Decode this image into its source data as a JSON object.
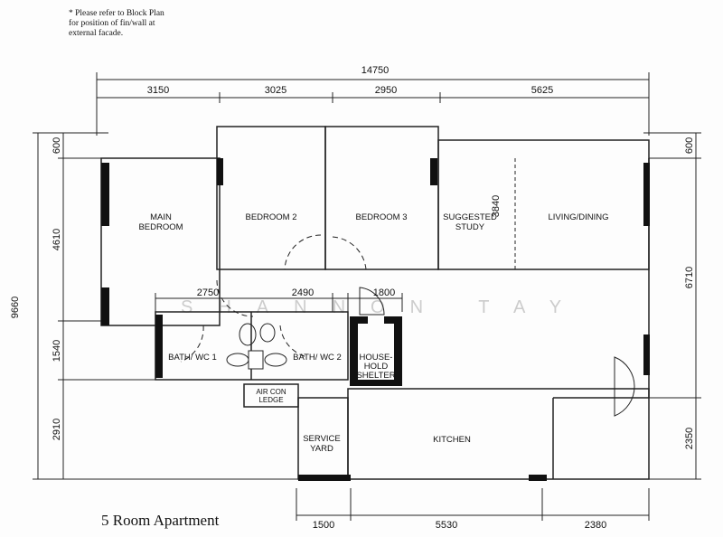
{
  "note": [
    "* Please refer to Block Plan",
    "for position of fin/wall at",
    "external facade."
  ],
  "title": "5 Room Apartment",
  "watermark": "SHANNON TAY",
  "rooms": {
    "main_bedroom": [
      "MAIN",
      "BEDROOM"
    ],
    "bedroom2": "BEDROOM 2",
    "bedroom3": "BEDROOM 3",
    "study": [
      "SUGGESTED",
      "STUDY"
    ],
    "living": "LIVING/DINING",
    "bath1": "BATH/ WC 1",
    "bath2": "BATH/ WC 2",
    "shelter": [
      "HOUSE-",
      "HOLD",
      "SHELTER"
    ],
    "aircon": [
      "AIR CON",
      "LEDGE"
    ],
    "service": [
      "SERVICE",
      "YARD"
    ],
    "kitchen": "KITCHEN"
  },
  "dimensions": {
    "overall_width": "14750",
    "top": [
      "3150",
      "3025",
      "2950",
      "5625"
    ],
    "overall_height": "9660",
    "left": [
      "600",
      "4610",
      "1540",
      "2910"
    ],
    "right": [
      "600",
      "6710",
      "2350"
    ],
    "bath_row": [
      "2750",
      "2490",
      "1800"
    ],
    "study_depth": "3840",
    "bottom": [
      "1500",
      "5530",
      "2380"
    ]
  }
}
